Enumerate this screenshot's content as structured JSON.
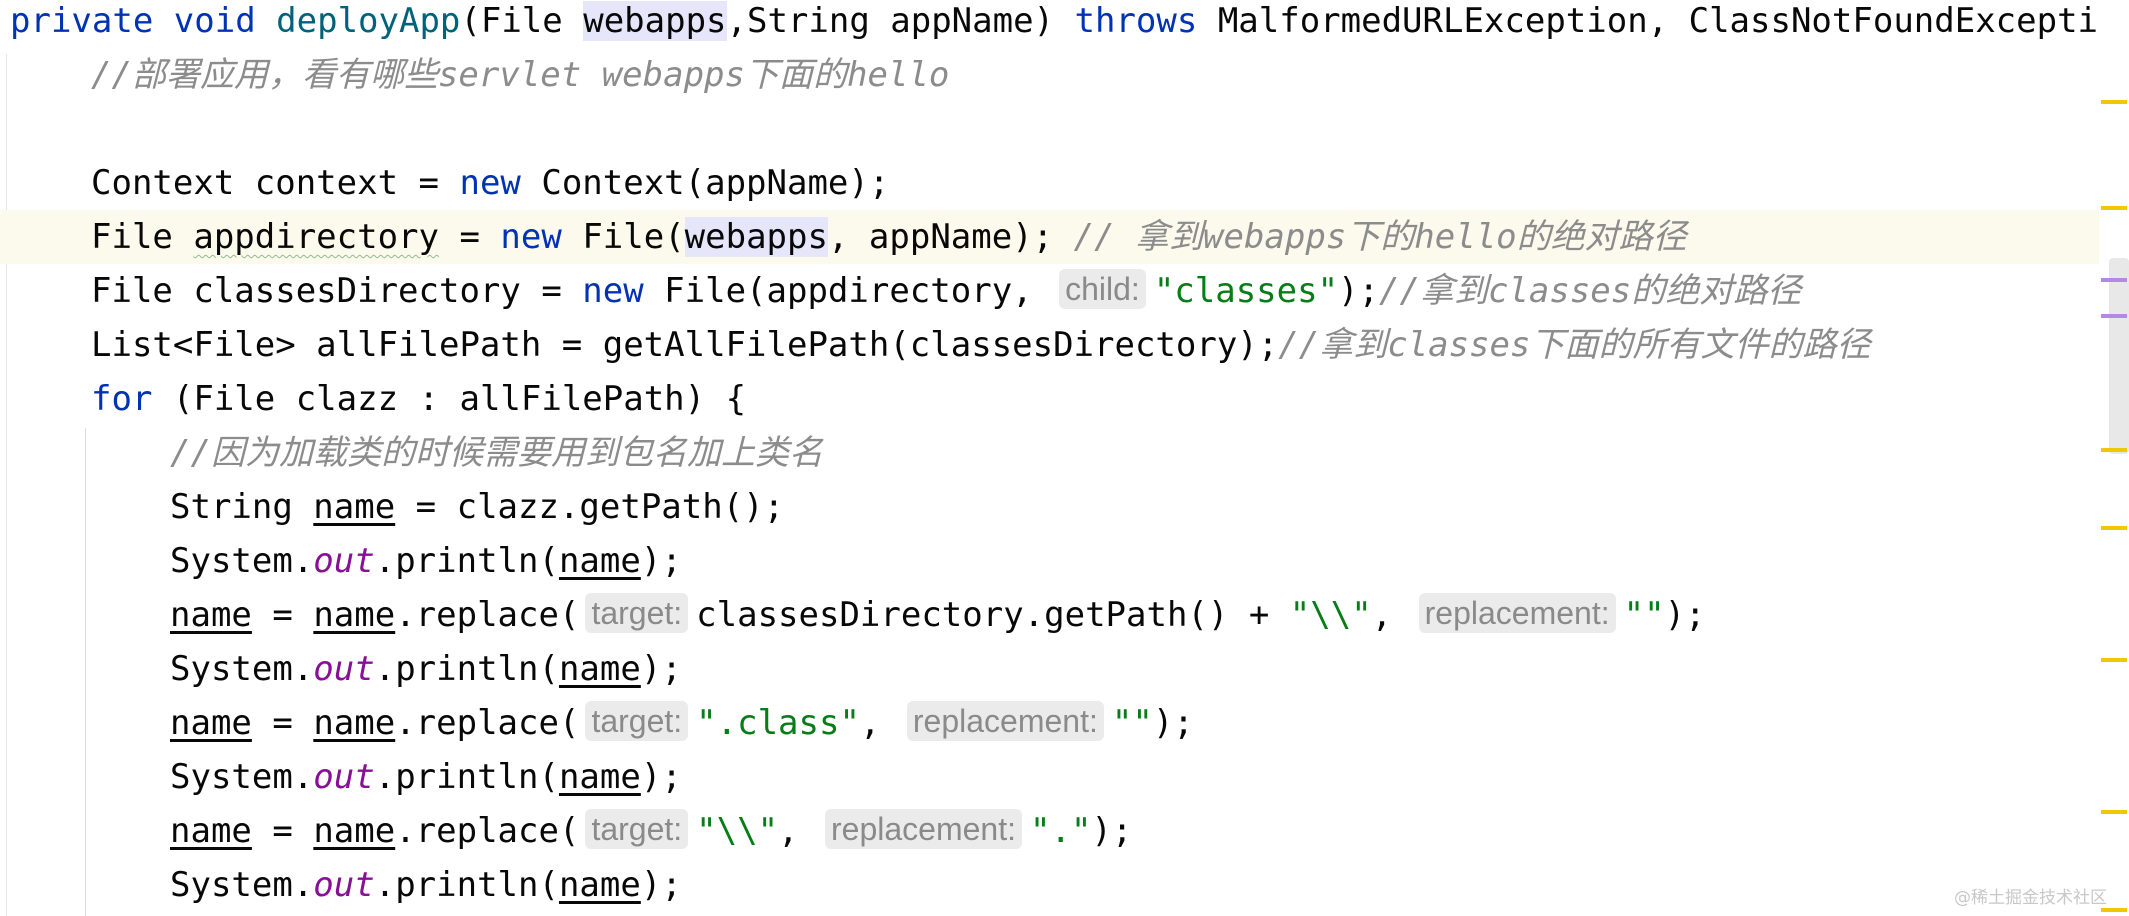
{
  "code": {
    "line1": {
      "kw_private": "private",
      "kw_void": "void",
      "method": "deployApp",
      "p1": "(File ",
      "webapps": "webapps",
      "p2": ",String appName) ",
      "kw_throws": "throws",
      "p3": " MalformedURLException, ClassNotFoundException,"
    },
    "line2": {
      "comment": "//部署应用，看有哪些servlet webapps下面的hello"
    },
    "line4": {
      "a": "Context context = ",
      "kw_new": "new",
      "b": " Context(appName);"
    },
    "line5": {
      "a": "File ",
      "appdirectory": "appdirectory",
      "b": " = ",
      "kw_new": "new",
      "c": " File(",
      "webapps": "webapps",
      "d": ", appName); ",
      "comment": "// 拿到webapps下的hello的绝对路径"
    },
    "line6": {
      "a": "File classesDirectory = ",
      "kw_new": "new",
      "b": " File(appdirectory, ",
      "hint": "child:",
      "str": "\"classes\"",
      "c": ");",
      "comment": "//拿到classes的绝对路径"
    },
    "line7": {
      "a": "List<File> allFilePath = getAllFilePath(classesDirectory);",
      "comment": "//拿到classes下面的所有文件的路径"
    },
    "line8": {
      "kw_for": "for",
      "a": " (File clazz : allFilePath) {"
    },
    "line9": {
      "comment": "//因为加载类的时候需要用到包名加上类名"
    },
    "line10": {
      "a": "String ",
      "name": "name",
      "b": " = clazz.getPath();"
    },
    "println": {
      "system": "System.",
      "out": "out",
      "print": ".println(",
      "name": "name",
      "end": ");"
    },
    "line12": {
      "name1": "name",
      "eq": " = ",
      "name2": "name",
      "replace": ".replace(",
      "hint_target": "target:",
      "arg1": "classesDirectory.getPath() + ",
      "str1": "\"\\\\\"",
      "comma": ",",
      "hint_replacement": "replacement:",
      "str2": "\"\"",
      "end": ");"
    },
    "line14": {
      "name1": "name",
      "eq": " = ",
      "name2": "name",
      "replace": ".replace(",
      "hint_target": "target:",
      "str1": "\".class\"",
      "comma": ",",
      "hint_replacement": "replacement:",
      "str2": "\"\"",
      "end": ");"
    },
    "line16": {
      "name1": "name",
      "eq": " = ",
      "name2": "name",
      "replace": ".replace(",
      "hint_target": "target:",
      "str1": "\"\\\\\"",
      "comma": ",",
      "hint_replacement": "replacement:",
      "str2": "\".\"",
      "end": ");"
    }
  },
  "watermark": "@稀土掘金技术社区",
  "colors": {
    "keyword": "#0033b3",
    "method": "#00627a",
    "string": "#067d17",
    "static_field": "#871094",
    "comment": "#8c8c8c",
    "current_line": "#fcfaed",
    "warning_mark": "#f0c800",
    "info_mark": "#b489e6"
  }
}
